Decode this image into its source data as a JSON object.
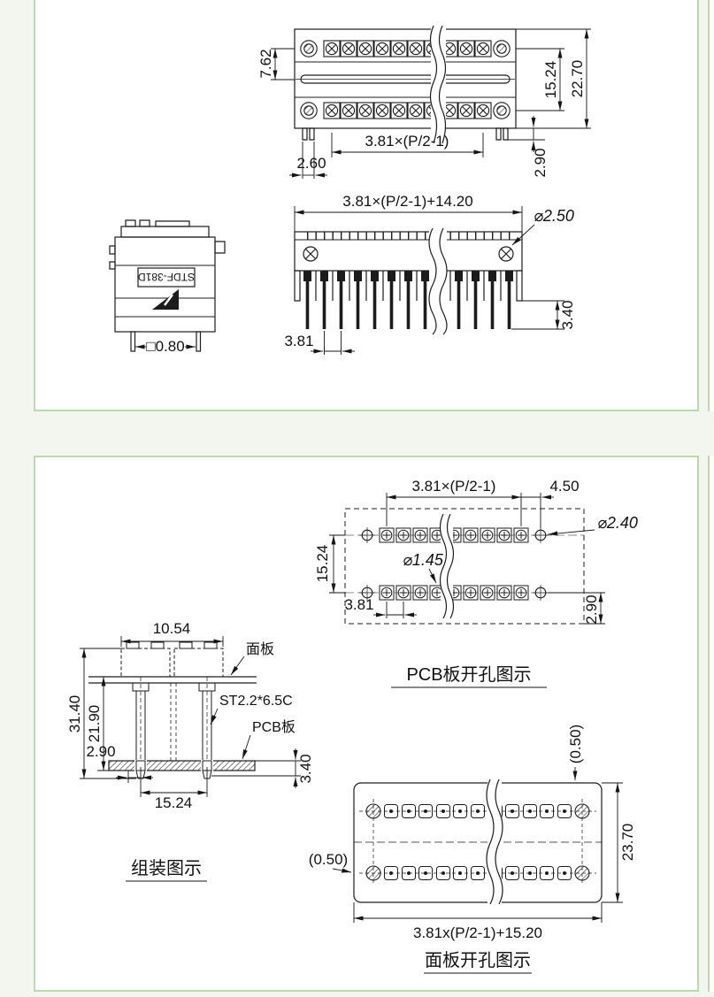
{
  "colors": {
    "background": "#f2f6ee",
    "panel_border": "#bcd9ac",
    "line": "#1c1c1c"
  },
  "top_panel": {
    "top_view": {
      "overall_height": "22.70",
      "row_spacing": "15.24",
      "half_pitch_height": "7.62",
      "pitch_formula": "3.81×(P/2-1)",
      "end_offset": "2.60",
      "leg_offset": "2.90"
    },
    "side_view": {
      "part_number": "STDF-381D",
      "pin_size": "□0.80"
    },
    "front_view": {
      "width_formula": "3.81×(P/2-1)+14.20",
      "screw_hole": "⌀2.50",
      "pin_pitch": "3.81",
      "pin_length": "3.40"
    }
  },
  "bottom_panel": {
    "pcb_view": {
      "pitch_formula": "3.81×(P/2-1)",
      "end_hole_offset": "4.50",
      "mount_hole_dia": "⌀2.40",
      "row_spacing": "15.24",
      "pad_hole_dia": "⌀1.45",
      "pad_pitch": "3.81",
      "edge_offset": "2.90",
      "caption": "PCB板开孔图示"
    },
    "assembly_view": {
      "plug_width": "10.54",
      "panel_label": "面板",
      "total_height": "31.40",
      "below_panel_height": "21.90",
      "screw_spec": "ST2.2*6.5C",
      "pcb_label": "PCB板",
      "hole_offset": "2.90",
      "board_thickness": "3.40",
      "mount_spacing": "15.24",
      "caption": "组装图示"
    },
    "cutout_view": {
      "clearance_top": "(0.50)",
      "clearance_left": "(0.50)",
      "cutout_height": "23.70",
      "cutout_width_formula": "3.81x(P/2-1)+15.20",
      "caption": "面板开孔图示"
    }
  }
}
